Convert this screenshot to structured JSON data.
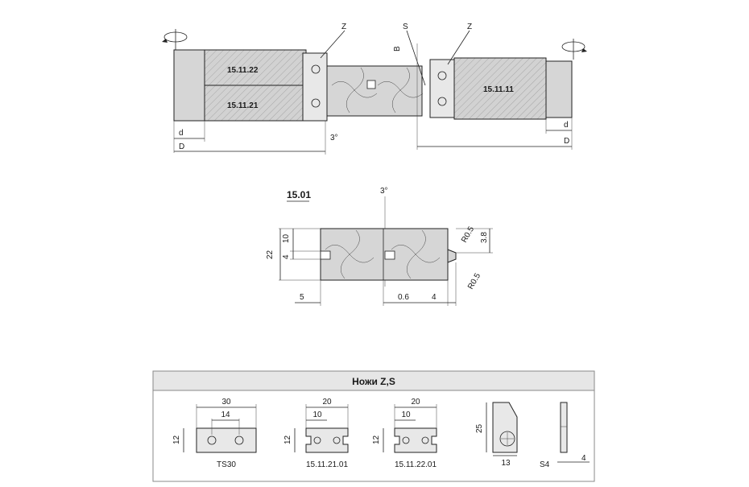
{
  "assembly": {
    "left_label_z": "Z",
    "label_s": "S",
    "right_label_z": "Z",
    "label_b": "B",
    "part_left_top": "15.11.22",
    "part_left_bottom": "15.11.21",
    "part_right": "15.11.11",
    "left_d": "d",
    "left_D": "D",
    "right_d": "d",
    "right_D": "D",
    "angle": "3°"
  },
  "detail": {
    "title": "15.01",
    "angle": "3°",
    "dim_22": "22",
    "dim_10": "10",
    "dim_4": "4",
    "dim_5": "5",
    "dim_06": "0.6",
    "dim_4b": "4",
    "dim_38": "3.8",
    "r_top": "R0.5",
    "r_bottom": "R0.5"
  },
  "knives": {
    "header": "Ножи Z,S",
    "ts30": {
      "w": "30",
      "hole": "14",
      "h": "12",
      "name": "TS30"
    },
    "k1": {
      "w": "20",
      "hole": "10",
      "h": "12",
      "name": "15.11.21.01"
    },
    "k2": {
      "w": "20",
      "hole": "10",
      "h": "12",
      "name": "15.11.22.01"
    },
    "side": {
      "h": "25",
      "w": "13"
    },
    "s4": {
      "name": "S4",
      "t": "4"
    }
  },
  "colors": {
    "panel": "#e6e6e6",
    "panel_border": "#888888",
    "body": "#d6d6d6"
  }
}
